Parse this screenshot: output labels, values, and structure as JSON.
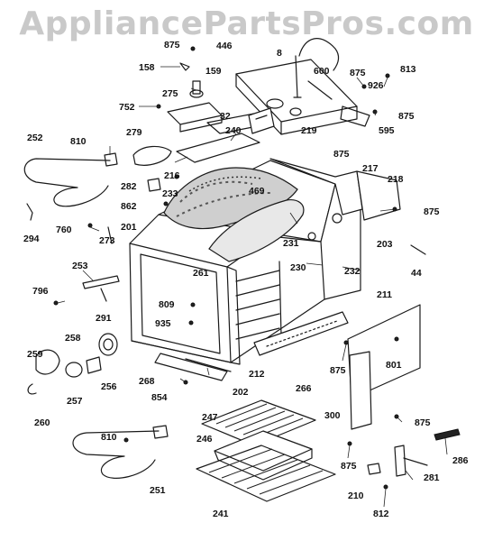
{
  "watermark": "AppliancePartsPros.com",
  "part_numbers": [
    "875",
    "446",
    "8",
    "600",
    "875",
    "813",
    "158",
    "159",
    "926",
    "752",
    "275",
    "875",
    "32",
    "595",
    "252",
    "810",
    "279",
    "240",
    "219",
    "216",
    "875",
    "469",
    "217",
    "218",
    "282",
    "233",
    "875",
    "862",
    "294",
    "760",
    "201",
    "231",
    "273",
    "203",
    "253",
    "261",
    "230",
    "232",
    "44",
    "796",
    "809",
    "211",
    "291",
    "935",
    "258",
    "259",
    "256",
    "266",
    "875",
    "801",
    "257",
    "268",
    "854",
    "202",
    "212",
    "260",
    "300",
    "247",
    "875",
    "810",
    "246",
    "286",
    "875",
    "251",
    "210",
    "281",
    "241",
    "812"
  ]
}
